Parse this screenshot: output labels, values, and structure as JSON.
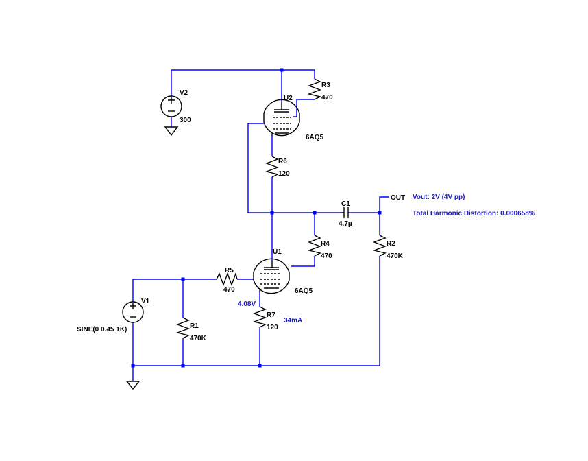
{
  "colors": {
    "wire": "#0000ff",
    "component": "#000000",
    "annotation": "#1a1acc",
    "background": "#ffffff"
  },
  "components": {
    "v1": {
      "ref": "V1",
      "value": "SINE(0 0.45 1K)"
    },
    "v2": {
      "ref": "V2",
      "value": "300"
    },
    "u1": {
      "ref": "U1",
      "model": "6AQ5"
    },
    "u2": {
      "ref": "U2",
      "model": "6AQ5"
    },
    "r1": {
      "ref": "R1",
      "value": "470K"
    },
    "r2": {
      "ref": "R2",
      "value": "470K"
    },
    "r3": {
      "ref": "R3",
      "value": "470"
    },
    "r4": {
      "ref": "R4",
      "value": "470"
    },
    "r5": {
      "ref": "R5",
      "value": "470"
    },
    "r6": {
      "ref": "R6",
      "value": "120"
    },
    "r7": {
      "ref": "R7",
      "value": "120"
    },
    "c1": {
      "ref": "C1",
      "value": "4.7µ"
    }
  },
  "net_labels": {
    "out": "OUT"
  },
  "annotations": {
    "cathode_voltage": "4.08V",
    "cathode_current": "34mA",
    "vout": "Vout: 2V (4V pp)",
    "thd": "Total Harmonic Distortion: 0.000658%"
  },
  "icons": [
    "voltage-source-icon",
    "ground-icon",
    "resistor-icon",
    "capacitor-icon",
    "pentode-tube-icon"
  ]
}
